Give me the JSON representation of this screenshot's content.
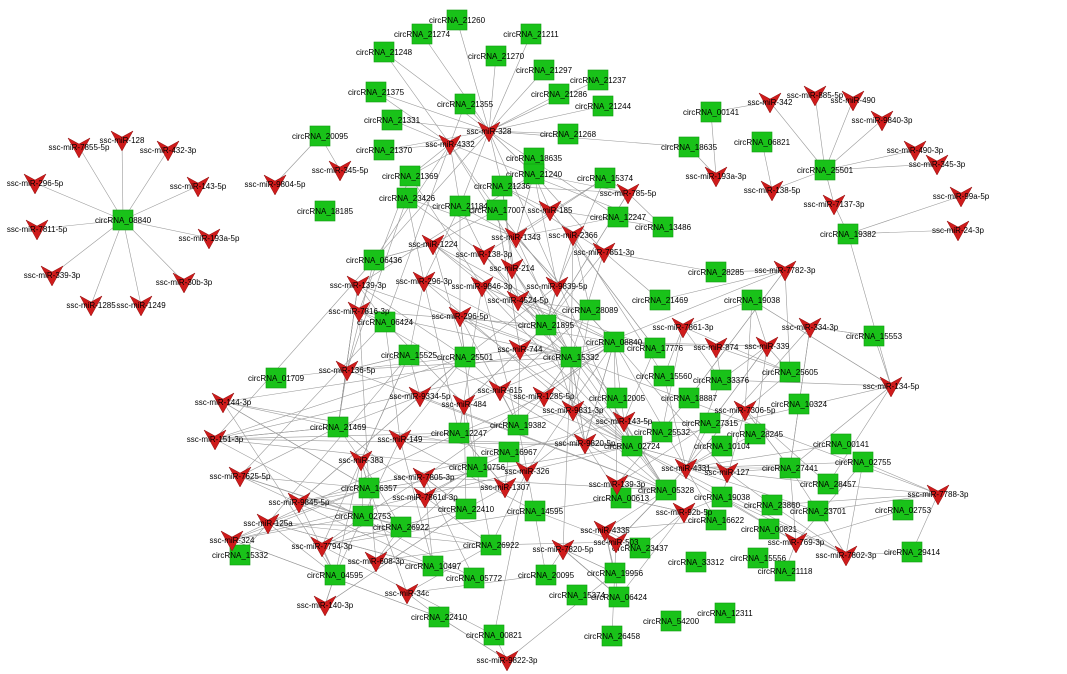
{
  "colors": {
    "circrna_fill": "#19c219",
    "circrna_stroke": "#0f9a0f",
    "mirna_fill": "#cf1b1b",
    "mirna_stroke": "#8e0e0e",
    "edge": "#9a9a9a",
    "label": "#000000",
    "background": "#ffffff"
  },
  "legend_shapes": {
    "circrna": "green-square",
    "mirna": "red-v-arrow"
  },
  "network": {
    "left_cluster": {
      "hub": "circRNA_08840",
      "targets": [
        "ssc-miR-128",
        "ssc-miR-7855-5p",
        "ssc-miR-432-3p",
        "ssc-miR-296-5p",
        "ssc-miR-143-5p",
        "ssc-miR-7811-5p",
        "ssc-miR-193a-5p",
        "ssc-miR-339-3p",
        "ssc-miR-30b-3p",
        "ssc-miR-1285",
        "ssc-miR-1249"
      ]
    },
    "top_pairs": [
      {
        "hub": "circRNA_20095",
        "targets": [
          "ssc-miR-9804-5p",
          "ssc-miR-345-5p"
        ]
      },
      {
        "hub": "circRNA_18185",
        "targets": []
      }
    ],
    "right_cluster": {
      "hub": "circRNA_25501",
      "targets": [
        "ssc-miR-342",
        "ssc-miR-885-5p",
        "ssc-miR-490",
        "ssc-miR-9840-3p",
        "ssc-miR-490-3p",
        "ssc-miR-345-3p",
        "ssc-miR-138-5p"
      ]
    },
    "labels_misc": [
      "circRNA_00141",
      "circRNA_06821",
      "circRNA_18635",
      "circRNA_19382",
      "ssc-miR-7137-3p",
      "ssc-miR-99a-5p",
      "ssc-miR-24-3p",
      "ssc-miR-193a-3p"
    ],
    "circ_nodes": [
      "circRNA_21260",
      "circRNA_21274",
      "circRNA_21211",
      "circRNA_21248",
      "circRNA_21270",
      "circRNA_21297",
      "circRNA_21237",
      "circRNA_21375",
      "circRNA_21286",
      "circRNA_21355",
      "circRNA_21244",
      "circRNA_21331",
      "circRNA_21268",
      "circRNA_21370",
      "circRNA_18635",
      "circRNA_21240",
      "circRNA_21369",
      "circRNA_15374",
      "circRNA_21236",
      "circRNA_23426",
      "circRNA_21184",
      "circRNA_17007",
      "circRNA_12247",
      "circRNA_13486",
      "circRNA_06436",
      "circRNA_28285",
      "circRNA_21469",
      "circRNA_19038",
      "circRNA_06424",
      "circRNA_28089",
      "circRNA_21895",
      "circRNA_08840",
      "circRNA_17776",
      "circRNA_15553",
      "circRNA_15525",
      "circRNA_25501",
      "circRNA_15332",
      "circRNA_15560",
      "circRNA_33376",
      "circRNA_25605",
      "circRNA_01709",
      "circRNA_12005",
      "circRNA_18887",
      "circRNA_10324",
      "circRNA_19382",
      "circRNA_27315",
      "circRNA_25532",
      "circRNA_28245",
      "circRNA_16967",
      "circRNA_02724",
      "circRNA_10104",
      "circRNA_00141",
      "circRNA_02755",
      "circRNA_10756",
      "circRNA_27441",
      "circRNA_16357",
      "circRNA_05328",
      "circRNA_28457",
      "circRNA_00613",
      "circRNA_19038",
      "circRNA_22410",
      "circRNA_14595",
      "circRNA_23860",
      "circRNA_23701",
      "circRNA_02753",
      "circRNA_16622",
      "circRNA_26922",
      "circRNA_00821",
      "circRNA_29414",
      "circRNA_20095",
      "circRNA_23437",
      "circRNA_15556",
      "circRNA_10497",
      "circRNA_05772",
      "circRNA_19956",
      "circRNA_33312",
      "circRNA_21118",
      "circRNA_04595",
      "circRNA_15374",
      "circRNA_06424",
      "circRNA_12311",
      "circRNA_54200",
      "circRNA_26458"
    ],
    "mir_nodes": [
      "ssc-miR-328",
      "ssc-miR-4332",
      "ssc-miR-785-5p",
      "ssc-miR-185",
      "ssc-miR-2366",
      "ssc-miR-1224",
      "ssc-miR-1343",
      "ssc-miR-138-3p",
      "ssc-miR-7851-3p",
      "ssc-miR-214",
      "ssc-miR-7782-3p",
      "ssc-miR-139-3p",
      "ssc-miR-296-3p",
      "ssc-miR-9846-3p",
      "ssc-miR-9839-5p",
      "ssc-miR-7816-3p",
      "ssc-miR-296-5p",
      "ssc-miR-4524-5p",
      "ssc-miR-7861-3p",
      "ssc-miR-334-3p",
      "ssc-miR-744",
      "ssc-miR-874",
      "ssc-miR-339",
      "ssc-miR-136-5p",
      "ssc-miR-615",
      "ssc-miR-1285-5p",
      "ssc-miR-134-5p",
      "ssc-miR-144-3p",
      "ssc-miR-9334-5p",
      "ssc-miR-484",
      "ssc-miR-9831-3p",
      "ssc-miR-7306-5p",
      "ssc-miR-149",
      "ssc-miR-143-5p",
      "ssc-miR-151-3p",
      "ssc-miR-9820-5p",
      "ssc-miR-383",
      "ssc-miR-326",
      "ssc-miR-4331",
      "ssc-miR-127",
      "ssc-miR-7625-5p",
      "ssc-miR-7805-3p",
      "ssc-miR-1307",
      "ssc-miR-139-3p",
      "ssc-miR-7788-3p",
      "ssc-miR-7861d-3p",
      "ssc-miR-9845-5p",
      "ssc-miR-4335",
      "ssc-miR-92b-5p",
      "ssc-miR-125a",
      "ssc-miR-503",
      "ssc-miR-769-3p",
      "ssc-miR-324",
      "ssc-miR-7794-3p",
      "ssc-miR-7820-5p",
      "ssc-miR-7802-3p",
      "ssc-miR-608-3p",
      "ssc-miR-34c",
      "ssc-miR-140-3p",
      "ssc-miR-9822-3p"
    ]
  }
}
